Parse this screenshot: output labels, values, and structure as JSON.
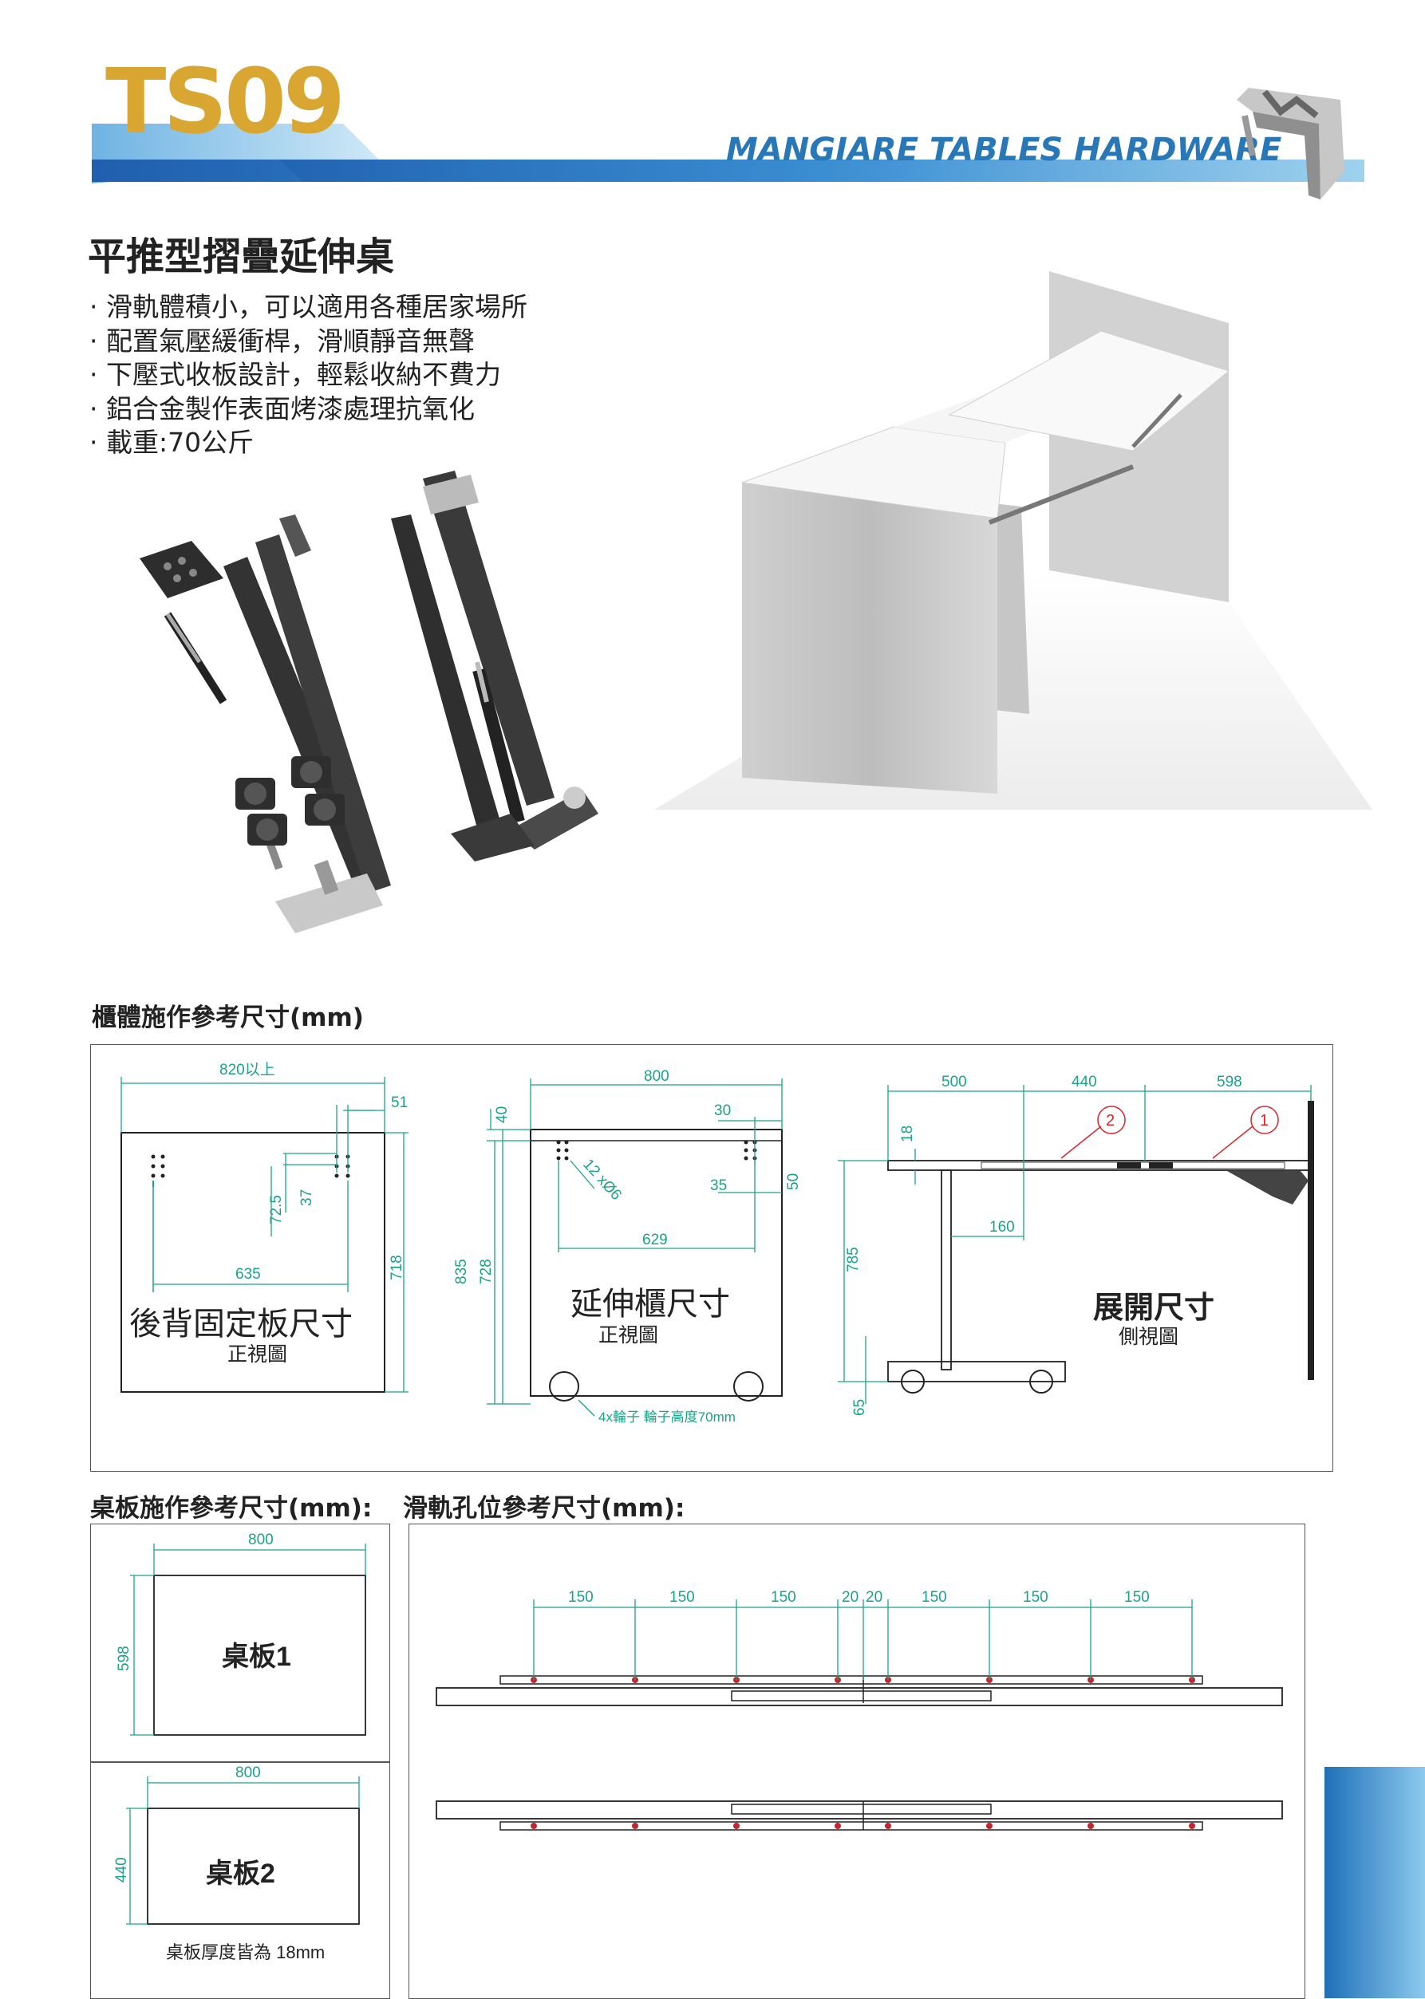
{
  "header": {
    "model": "TS09",
    "brand": "MANGIARE TABLES HARDWARE"
  },
  "product": {
    "title": "平推型摺疊延伸桌",
    "features": [
      "· 滑軌體積小，可以適用各種居家場所",
      "· 配置氣壓緩衝桿，滑順靜音無聲",
      "· 下壓式收板設計，輕鬆收納不費力",
      "· 鋁合金製作表面烤漆處理抗氧化",
      "· 載重:70公斤"
    ]
  },
  "cabinet_section": {
    "title": "櫃體施作參考尺寸(mm)",
    "back_panel": {
      "title": "後背固定板尺寸",
      "subtitle": "正視圖",
      "width_label": "820以上",
      "dims": {
        "d51": "51",
        "d37": "37",
        "d72_5": "72.5",
        "d635": "635",
        "d718": "718"
      }
    },
    "extension_cabinet": {
      "title": "延伸櫃尺寸",
      "subtitle": "正視圖",
      "dims": {
        "d800": "800",
        "d30": "30",
        "d40": "40",
        "d50": "50",
        "d35": "35",
        "d629": "629",
        "d835": "835",
        "d728": "728",
        "holes": "12 xØ6"
      },
      "caster_note": "4x輪子 輪子高度70mm"
    },
    "expanded": {
      "title": "展開尺寸",
      "subtitle": "側視圖",
      "dims": {
        "d500": "500",
        "d440": "440",
        "d598": "598",
        "d18": "18",
        "d160": "160",
        "d785": "785",
        "d65": "65"
      },
      "callouts": [
        "2",
        "1"
      ]
    }
  },
  "tabletop_section": {
    "title": "桌板施作參考尺寸(mm):",
    "board1": {
      "label": "桌板1",
      "width": "800",
      "height": "598"
    },
    "board2": {
      "label": "桌板2",
      "width": "800",
      "height": "440"
    },
    "note": "桌板厚度皆為 18mm"
  },
  "rail_section": {
    "title": "滑軌孔位參考尺寸(mm):",
    "spacings": [
      "150",
      "150",
      "150",
      "20",
      "20",
      "150",
      "150",
      "150"
    ]
  },
  "colors": {
    "accent_gold": "#d9a632",
    "accent_blue": "#2878b8",
    "dimension_green": "#1aa38a"
  }
}
